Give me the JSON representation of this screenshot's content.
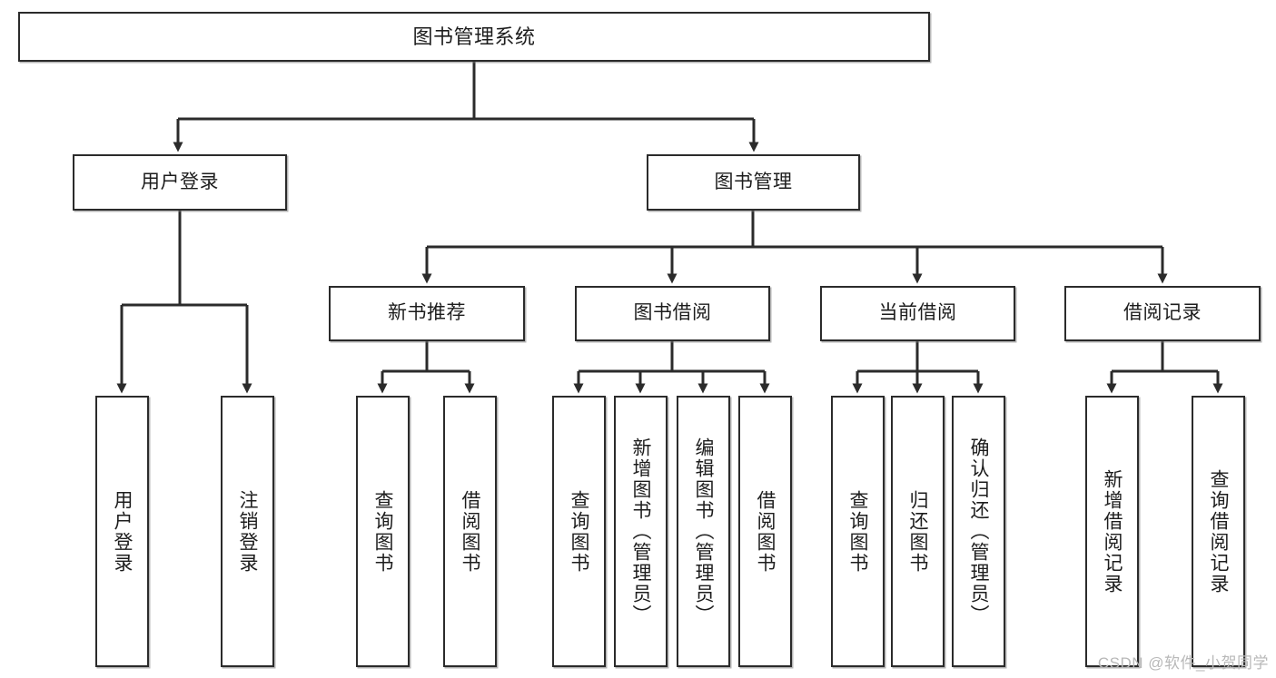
{
  "diagram": {
    "title": "图书管理系统",
    "type": "tree",
    "watermark": "CSDN @软件_小贺同学",
    "nodes": {
      "root": {
        "label": "图书管理系统",
        "level": 1
      },
      "user_login": {
        "label": "用户登录",
        "level": 2
      },
      "book_manage": {
        "label": "图书管理",
        "level": 2
      },
      "new_book_rec": {
        "label": "新书推荐",
        "level": 3
      },
      "book_borrow": {
        "label": "图书借阅",
        "level": 3
      },
      "current_borrow": {
        "label": "当前借阅",
        "level": 3
      },
      "borrow_record": {
        "label": "借阅记录",
        "level": 3
      },
      "leaf_user_login": {
        "label": "用户登录",
        "level": 4
      },
      "leaf_logout": {
        "label": "注销登录",
        "level": 4
      },
      "leaf_query_book_1": {
        "label": "查询图书",
        "level": 4
      },
      "leaf_borrow_book_1": {
        "label": "借阅图书",
        "level": 4
      },
      "leaf_query_book_2": {
        "label": "查询图书",
        "level": 4
      },
      "leaf_add_book": {
        "label": "新增图书（管理员）",
        "level": 4
      },
      "leaf_edit_book": {
        "label": "编辑图书（管理员）",
        "level": 4
      },
      "leaf_borrow_book_2": {
        "label": "借阅图书",
        "level": 4
      },
      "leaf_query_book_3": {
        "label": "查询图书",
        "level": 4
      },
      "leaf_return_book": {
        "label": "归还图书",
        "level": 4
      },
      "leaf_confirm_return": {
        "label": "确认归还（管理员）",
        "level": 4
      },
      "leaf_add_record": {
        "label": "新增借阅记录",
        "level": 4
      },
      "leaf_query_record": {
        "label": "查询借阅记录",
        "level": 4
      }
    },
    "edges": [
      {
        "from": "root",
        "to": "user_login"
      },
      {
        "from": "root",
        "to": "book_manage"
      },
      {
        "from": "user_login",
        "to": "leaf_user_login"
      },
      {
        "from": "user_login",
        "to": "leaf_logout"
      },
      {
        "from": "book_manage",
        "to": "new_book_rec"
      },
      {
        "from": "book_manage",
        "to": "book_borrow"
      },
      {
        "from": "book_manage",
        "to": "current_borrow"
      },
      {
        "from": "book_manage",
        "to": "borrow_record"
      },
      {
        "from": "new_book_rec",
        "to": "leaf_query_book_1"
      },
      {
        "from": "new_book_rec",
        "to": "leaf_borrow_book_1"
      },
      {
        "from": "book_borrow",
        "to": "leaf_query_book_2"
      },
      {
        "from": "book_borrow",
        "to": "leaf_add_book"
      },
      {
        "from": "book_borrow",
        "to": "leaf_edit_book"
      },
      {
        "from": "book_borrow",
        "to": "leaf_borrow_book_2"
      },
      {
        "from": "current_borrow",
        "to": "leaf_query_book_3"
      },
      {
        "from": "current_borrow",
        "to": "leaf_return_book"
      },
      {
        "from": "current_borrow",
        "to": "leaf_confirm_return"
      },
      {
        "from": "borrow_record",
        "to": "leaf_add_record"
      },
      {
        "from": "borrow_record",
        "to": "leaf_query_record"
      }
    ],
    "colors": {
      "stroke": "#2b2b2b",
      "fill": "#ffffff",
      "text": "#1d1d1d",
      "watermark": "#b8b8b8"
    }
  }
}
